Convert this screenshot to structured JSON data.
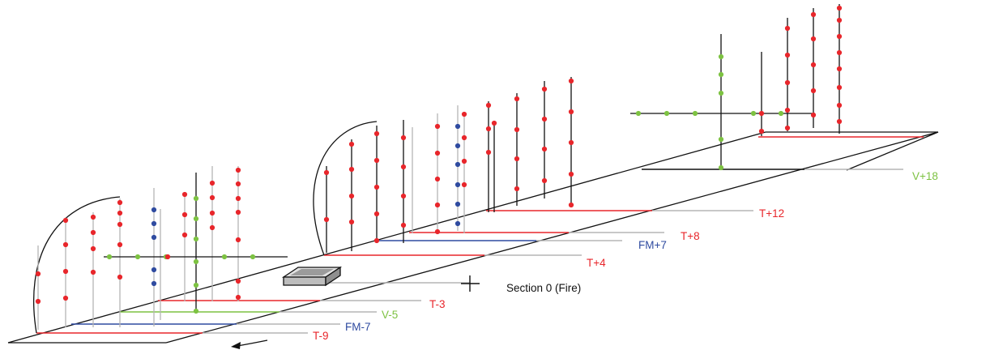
{
  "colors": {
    "red": "#e8262b",
    "blue": "#2f4ba0",
    "green": "#7dc242",
    "black": "#111111",
    "grey": "#b5b5b5",
    "box_fill": "#bdbdbd"
  },
  "labels": {
    "t_minus_9": "T-9",
    "fm_minus_7": "FM-7",
    "v_minus_5": "V-5",
    "t_minus_3": "T-3",
    "section_0": "Section 0 (Fire)",
    "t_plus_4": "T+4",
    "fm_plus_7": "FM+7",
    "t_plus_8": "T+8",
    "t_plus_12": "T+12",
    "v_plus_18": "V+18"
  },
  "icons": {
    "fire_source": "fire-tray-icon",
    "direction": "flow-arrow-icon"
  }
}
